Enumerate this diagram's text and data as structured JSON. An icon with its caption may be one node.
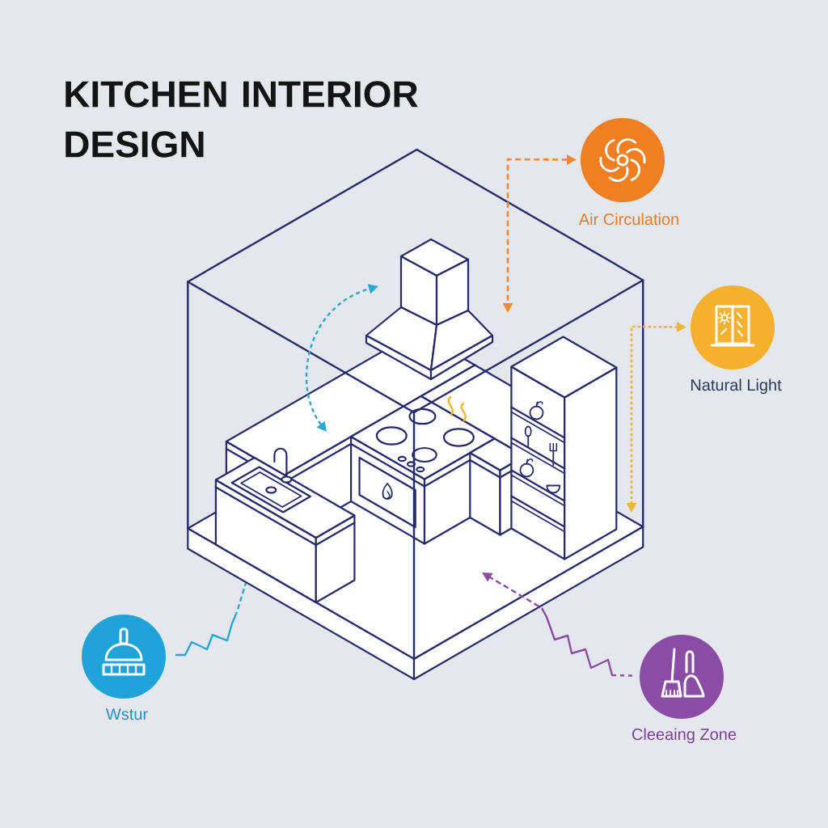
{
  "diagram": {
    "title": "KITCHEN INTERIOR DESIGN",
    "nodes": [
      {
        "text": [
          "Air Circulation"
        ]
      },
      {
        "text": [
          "Natural Light"
        ]
      },
      {
        "text": [
          "Wstur"
        ]
      },
      {
        "text": [
          "Cleeaing Zone"
        ]
      }
    ],
    "edges": [
      {
        "from": 0,
        "to": null,
        "arrow": "both",
        "style": "dashed",
        "color": "#ee8a35"
      },
      {
        "from": 1,
        "to": null,
        "arrow": "both",
        "style": "dashed",
        "color": "#f0b43a"
      },
      {
        "from": 2,
        "to": null,
        "arrow": "none",
        "color": "#2aa5d6"
      },
      {
        "from": 3,
        "to": null,
        "arrow": "to",
        "color": "#8a4ca4"
      }
    ]
  }
}
